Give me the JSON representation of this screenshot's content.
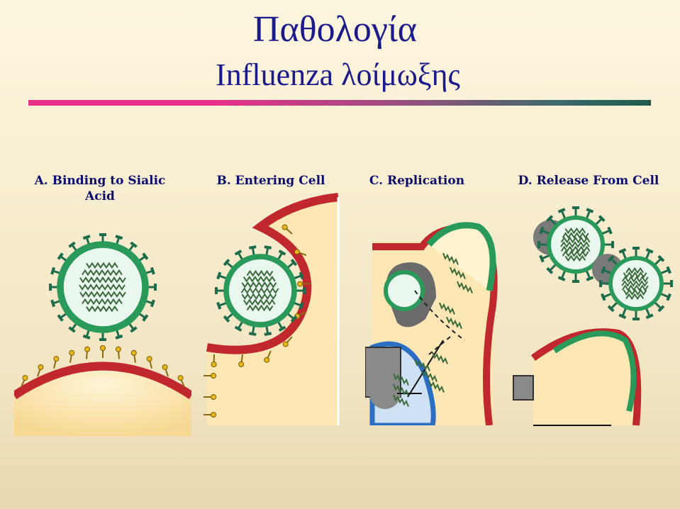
{
  "slide": {
    "title": "Παθολογία",
    "subtitle": "Influenza λοίμωξης"
  },
  "panels": [
    {
      "id": "A",
      "label": "A. Binding to Sialic Acid"
    },
    {
      "id": "B",
      "label": "B. Entering Cell"
    },
    {
      "id": "C",
      "label": "C. Replication"
    },
    {
      "id": "D",
      "label": "D. Release From Cell"
    }
  ],
  "colors": {
    "title": "#1a1a8c",
    "label": "#0b0b6e",
    "membrane": "#c0282e",
    "virus_envelope": "#2a9a5a",
    "virus_interior": "#e9f7ef",
    "spike": "#1d6b4a",
    "cell_interior": "#fde7b5",
    "receptor": "#e8b81a",
    "nucleus": "#2a6fc4",
    "rna": "#3a6a3a"
  }
}
